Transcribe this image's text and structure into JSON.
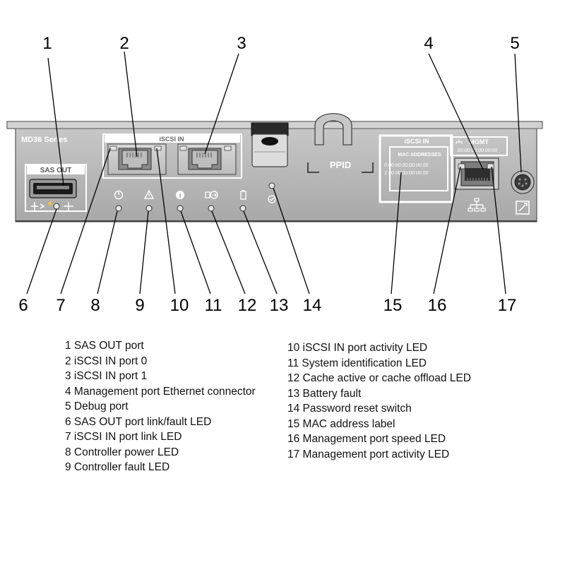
{
  "panel": {
    "model_label": "MD36 Series",
    "sas_out_label": "SAS OUT",
    "iscsi_in_label": "iSCSI IN",
    "ppid_label": "PPID",
    "mac_iscsi_in_label": "iSCSI IN",
    "mac_addresses_label": "MAC ADDRESSES",
    "mac_line_0": "0  00:00:00:00:00:00",
    "mac_line_1": "1  00:00:00:00:00:00",
    "mgmt_label": "MGMT",
    "mgmt_mac": "00:00:00:00:00:00",
    "colors": {
      "chassis": "#b9b9b9",
      "chassis_dark": "#6f6f6f",
      "label_bg": "#8e8e8e",
      "port_gray": "#7d7d7d",
      "led_green": "#e6e6e6"
    }
  },
  "callouts": {
    "c1": "1",
    "c2": "2",
    "c3": "3",
    "c4": "4",
    "c5": "5",
    "c6": "6",
    "c7": "7",
    "c8": "8",
    "c9": "9",
    "c10": "10",
    "c11": "11",
    "c12": "12",
    "c13": "13",
    "c14": "14",
    "c15": "15",
    "c16": "16",
    "c17": "17"
  },
  "legend": {
    "left": [
      "1 SAS OUT port",
      "2 iSCSI IN port 0",
      "3 iSCSI IN port 1",
      "4 Management port Ethernet connector",
      "5 Debug port",
      "6 SAS OUT port link/fault LED",
      "7 iSCSI IN port link LED",
      "8 Controller power LED",
      "9 Controller fault LED"
    ],
    "right": [
      "10 iSCSI IN port activity LED",
      "11 System identification LED",
      "12 Cache active or cache offload LED",
      "13 Battery fault",
      "14 Password reset switch",
      "15 MAC address label",
      "16 Management port speed LED",
      "17 Management port activity LED"
    ]
  }
}
